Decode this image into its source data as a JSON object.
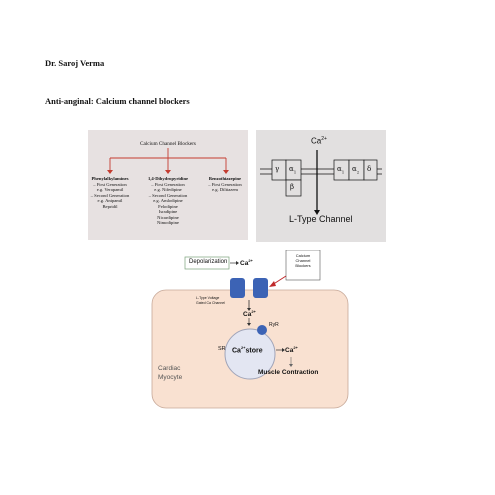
{
  "header": {
    "author": "Dr. Saroj Verma",
    "heading": "Anti-anginal: Calcium channel blockers"
  },
  "classification": {
    "title": "Calcium Channel Blockers",
    "columns": [
      {
        "lines": [
          "Phenylalkylamines",
          "– First Generation",
          "e.g. Verapamil",
          "– Second Generation",
          "e.g. Anipamil",
          "Bepridil"
        ]
      },
      {
        "lines": [
          "1,4-Dihydropyridine",
          "– First Generation",
          "e.g. Nifedipine",
          "– Second Generation",
          "e.g. Amlodipine",
          "Felodipine",
          "Isradipine",
          "Nicardipine",
          "Nimodipine"
        ]
      },
      {
        "lines": [
          "Benzothiazepine",
          "– First Generation",
          "e.g. Diltiazem"
        ]
      }
    ]
  },
  "channel": {
    "ion": "Ca",
    "ion_charge": "2+",
    "subunits": {
      "gamma": "γ",
      "alpha1_left": "α",
      "alpha1_left_sub": "1",
      "beta": "β",
      "alpha1_right": "α",
      "alpha1_right_sub": "1",
      "alpha2": "α",
      "alpha2_sub": "2",
      "delta": "δ"
    },
    "caption": "L-Type Channel"
  },
  "myocyte": {
    "depolarization": "Depolarization",
    "ca_label": "Ca",
    "ca_charge": "2+",
    "blockers_box": [
      "Calcium",
      "Channel",
      "Blockers"
    ],
    "channel_label": [
      "L-Type Voltage",
      "Gated Ca Channel"
    ],
    "ryr": "RyR",
    "sr": "SR",
    "store": "store",
    "cell_label": [
      "Cardiac",
      "Myocyte"
    ],
    "contraction": "Muscle Contraction",
    "colors": {
      "cell_fill": "#f9e1d1",
      "cell_stroke": "#c7a898",
      "channel": "#3c63b5",
      "sr_fill": "#e3e6f2",
      "blocker_arrow": "#c0282a"
    }
  }
}
